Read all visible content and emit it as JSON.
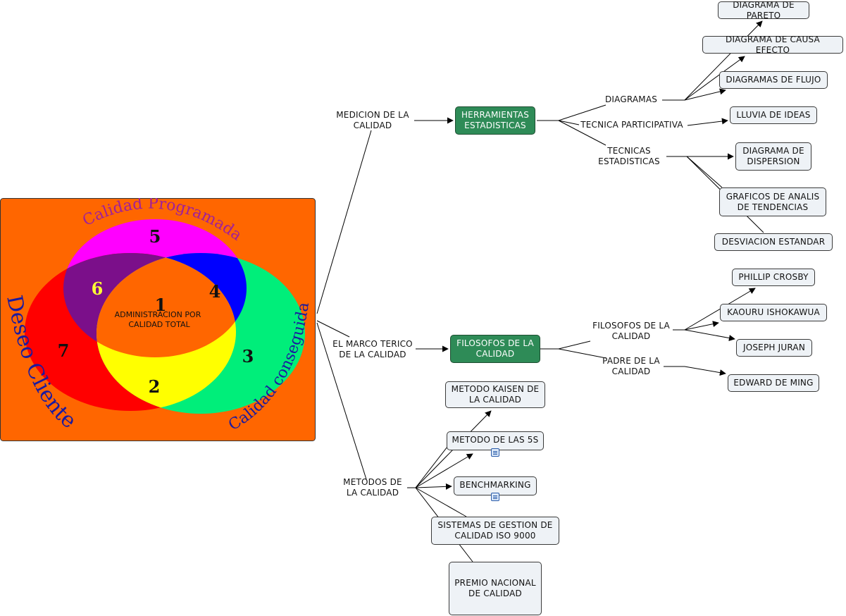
{
  "venn": {
    "title_top": "Calidad Programada",
    "title_left": "Deseo Cliente",
    "title_right": "Calidad conseguida",
    "regions": [
      "1",
      "2",
      "3",
      "4",
      "5",
      "6",
      "7"
    ],
    "center_label": [
      "ADMINISTRACION POR",
      "CALIDAD TOTAL"
    ],
    "colors": {
      "background": "#ff6600",
      "magenta": "#ff00ff",
      "red": "#ff0000",
      "green": "#00ee7a",
      "purple": "#7b0f8a",
      "blue": "#0000ff",
      "yellow": "#ffff00",
      "center": "#ff6600",
      "title": "#1a1aa0"
    }
  },
  "branches": {
    "medicion": [
      "MEDICION DE LA",
      "CALIDAD"
    ],
    "marco": [
      "EL MARCO TERICO",
      "DE LA CALIDAD"
    ],
    "metodos": [
      "METODOS DE",
      "LA CALIDAD"
    ]
  },
  "hubs": {
    "herramientas": [
      "HERRAMIENTAS",
      "ESTADISTICAS"
    ],
    "filosofos": [
      "FILOSOFOS DE LA",
      "CALIDAD"
    ]
  },
  "subtopics": {
    "diagramas": "DIAGRAMAS",
    "tecnica_participativa": "TECNICA PARTICIPATIVA",
    "tecnicas_estadisticas": [
      "TECNICAS",
      "ESTADISTICAS"
    ],
    "filosofos": [
      "FILOSOFOS DE LA",
      "CALIDAD"
    ],
    "padre": [
      "PADRE DE LA",
      "CALIDAD"
    ]
  },
  "leaves": {
    "pareto": "DIAGRAMA DE PARETO",
    "causa": "DIAGRAMA DE CAUSA EFECTO",
    "flujo": "DIAGRAMAS DE FLUJO",
    "lluvia": "LLUVIA DE IDEAS",
    "dispersion": [
      "DIAGRAMA DE",
      "DISPERSION"
    ],
    "tendencias": [
      "GRAFICOS DE ANALIS",
      "DE TENDENCIAS"
    ],
    "desviacion": "DESVIACION ESTANDAR",
    "crosby": "PHILLIP CROSBY",
    "ishikawa": "KAOURU ISHOKAWUA",
    "juran": "JOSEPH JURAN",
    "deming": "EDWARD DE MING",
    "kaisen": [
      "METODO KAISEN DE",
      "LA CALIDAD"
    ],
    "cinco_s": "METODO DE LAS 5S",
    "benchmarking": "BENCHMARKING",
    "iso": [
      "SISTEMAS DE GESTION DE",
      "CALIDAD ISO 9000"
    ],
    "premio": [
      "PREMIO NACIONAL",
      "DE CALIDAD"
    ]
  },
  "icons": {
    "note_5s": "note-icon",
    "note_benchmarking": "note-icon"
  }
}
